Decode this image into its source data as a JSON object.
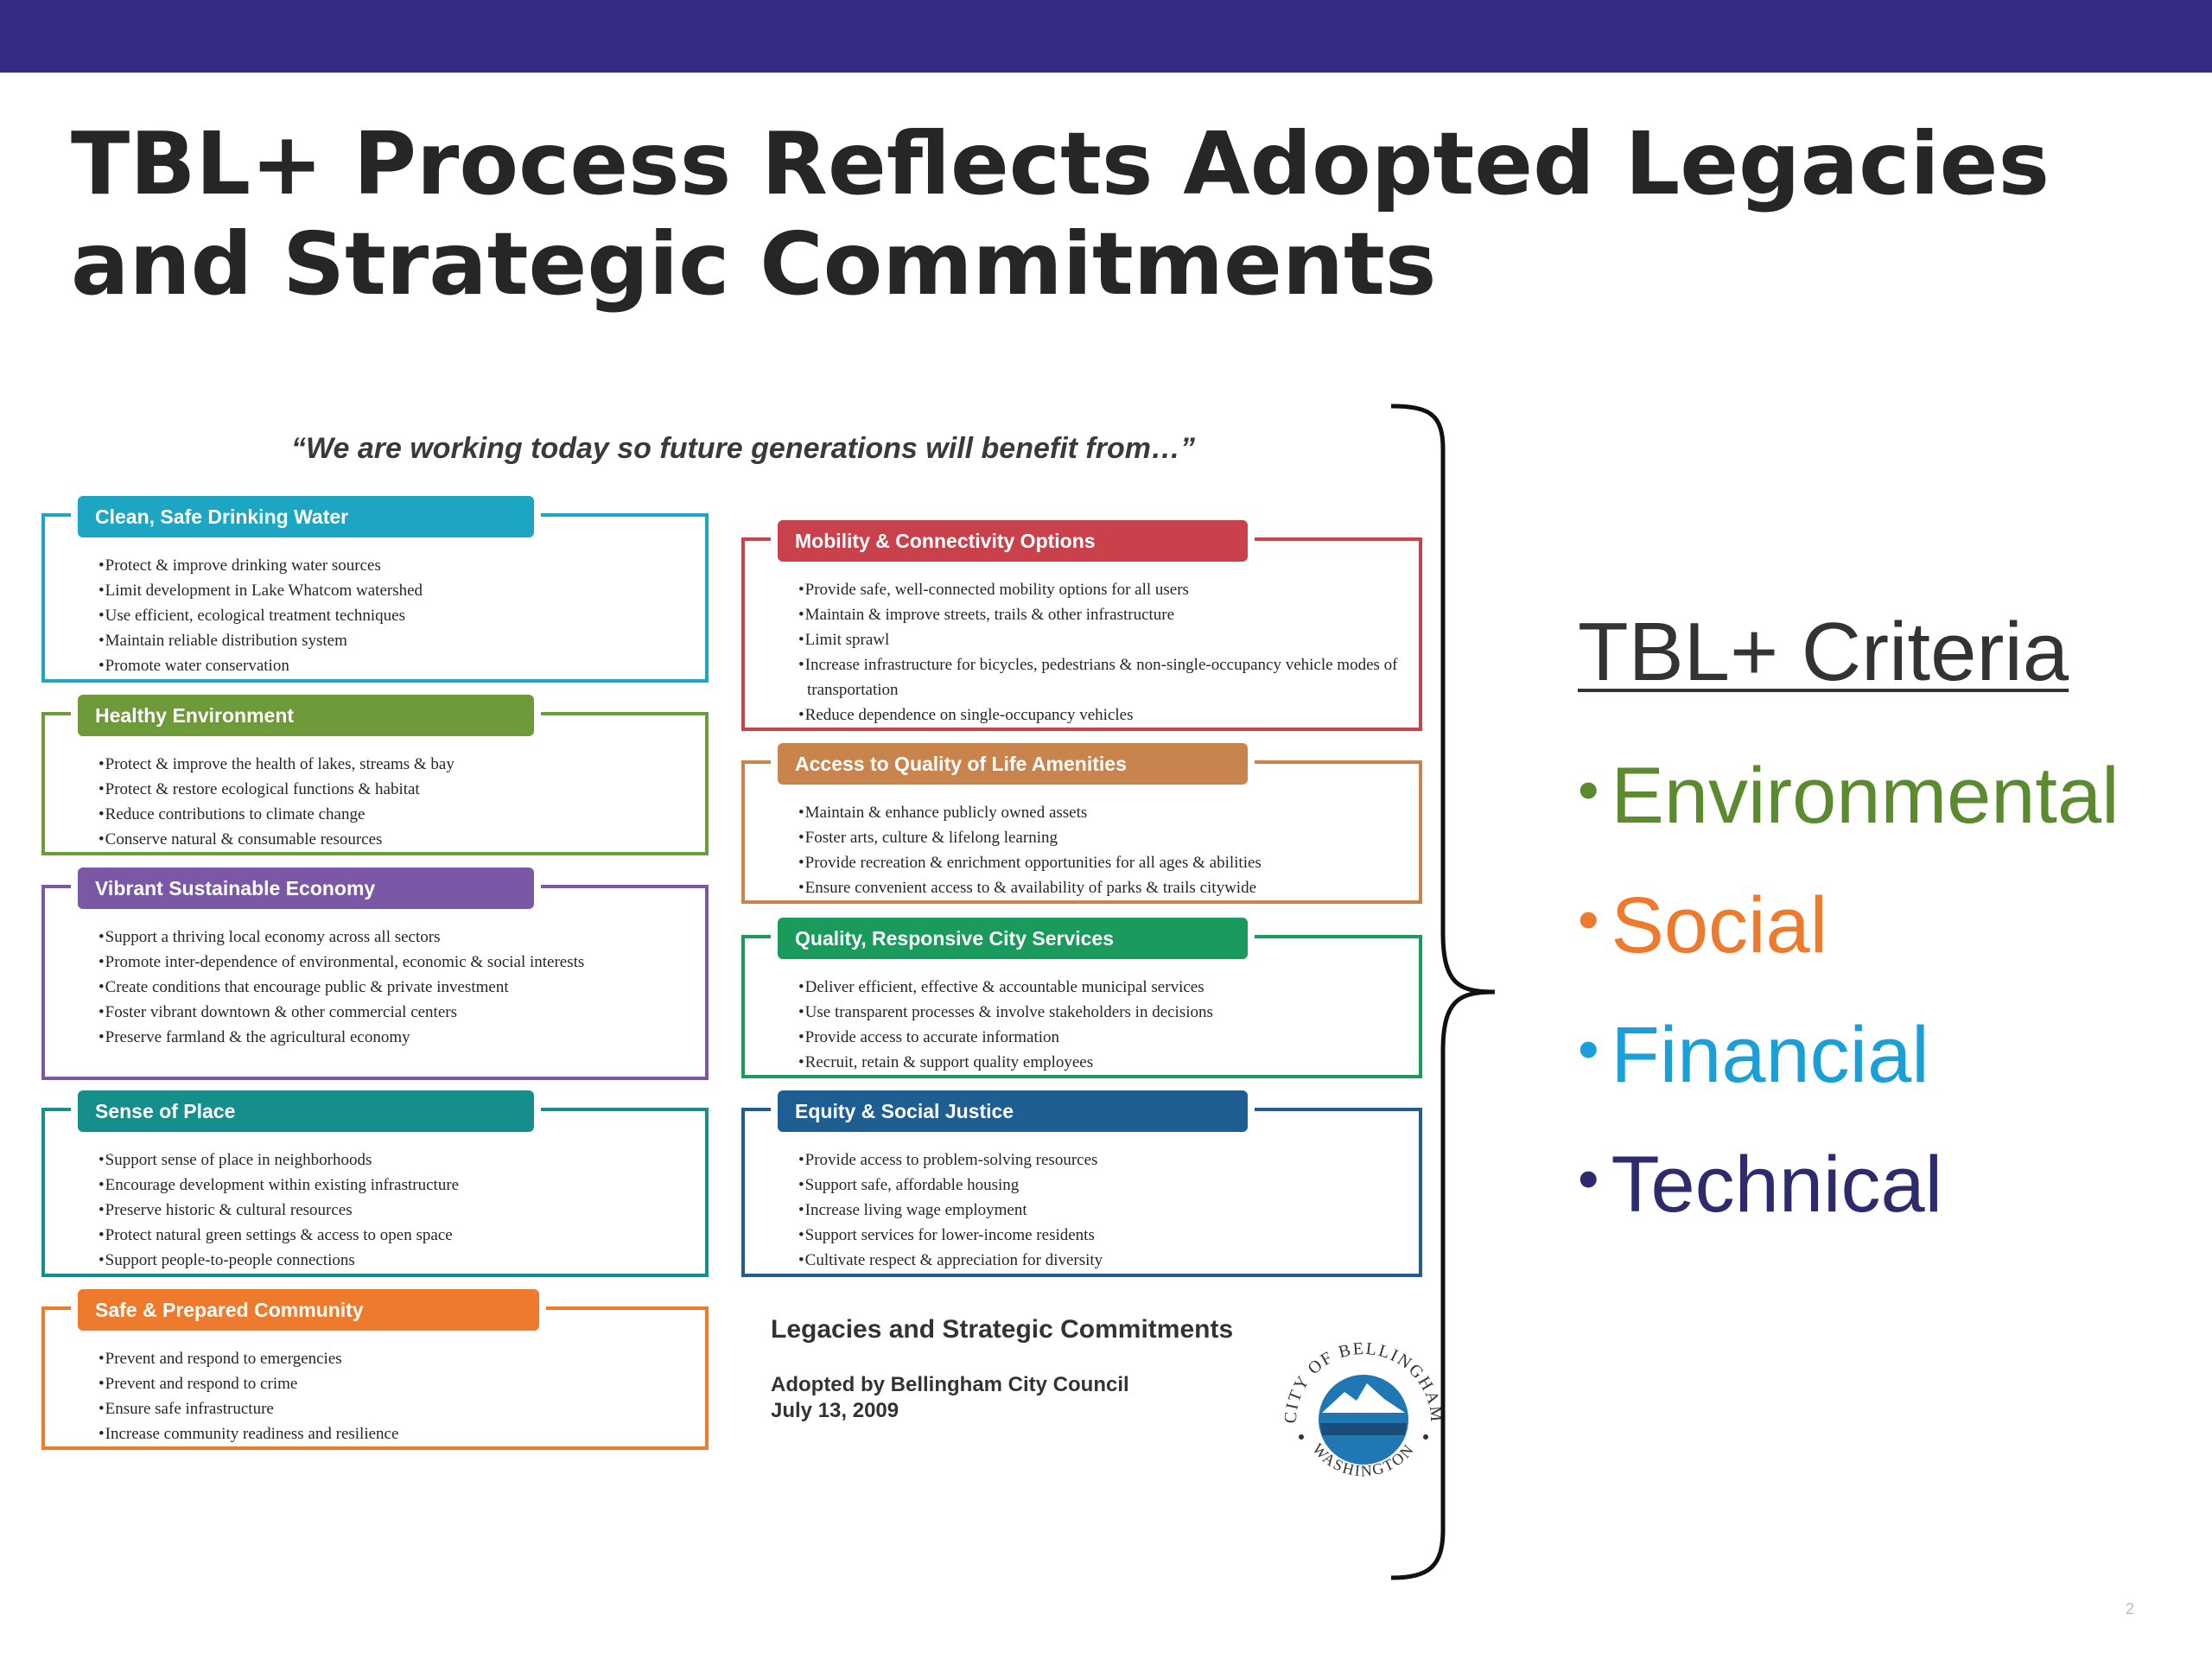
{
  "slide": {
    "title": "TBL+ Process Reflects Adopted Legacies and Strategic Commitments",
    "page_number": "2"
  },
  "figure": {
    "tagline": "“We are working today so future generations will benefit from…”",
    "left_column": [
      {
        "title": "Clean, Safe Drinking Water",
        "color": "#1ca6c4",
        "items": [
          "Protect & improve drinking water sources",
          "Limit development in Lake Whatcom watershed",
          "Use efficient, ecological treatment techniques",
          "Maintain reliable distribution system",
          "Promote water conservation"
        ]
      },
      {
        "title": "Healthy Environment",
        "color": "#6e9a3a",
        "items": [
          "Protect & improve the health of lakes, streams & bay",
          "Protect & restore ecological functions & habitat",
          "Reduce contributions to climate change",
          "Conserve natural & consumable resources"
        ]
      },
      {
        "title": "Vibrant Sustainable Economy",
        "color": "#7b58a6",
        "items": [
          "Support a thriving local economy across all sectors",
          "Promote inter-dependence of environmental, economic & social interests",
          "Create conditions that encourage public & private investment",
          "Foster vibrant downtown & other commercial centers",
          "Preserve farmland & the agricultural economy"
        ]
      },
      {
        "title": "Sense of Place",
        "color": "#168f8c",
        "items": [
          "Support sense of place in neighborhoods",
          "Encourage development within existing infrastructure",
          "Preserve historic & cultural resources",
          "Protect natural green settings & access to open space",
          "Support people-to-people connections"
        ]
      },
      {
        "title": "Safe & Prepared Community",
        "color": "#ee7a2e",
        "items": [
          "Prevent and respond to emergencies",
          "Prevent and respond to crime",
          "Ensure safe infrastructure",
          "Increase community readiness and resilience"
        ]
      }
    ],
    "right_column": [
      {
        "title": "Mobility & Connectivity Options",
        "color": "#c8414b",
        "items": [
          "Provide safe, well-connected mobility options for all users",
          "Maintain & improve streets, trails & other infrastructure",
          "Limit sprawl",
          "Increase infrastructure for bicycles, pedestrians & non-single-occupancy vehicle modes of transportation",
          "Reduce dependence on single-occupancy vehicles"
        ]
      },
      {
        "title": "Access to Quality of Life Amenities",
        "color": "#c9844e",
        "items": [
          "Maintain & enhance publicly owned assets",
          "Foster arts, culture & lifelong learning",
          "Provide recreation & enrichment opportunities for all ages & abilities",
          "Ensure convenient access to & availability of parks & trails citywide"
        ]
      },
      {
        "title": "Quality, Responsive City Services",
        "color": "#1a9a5c",
        "items": [
          "Deliver efficient, effective & accountable municipal services",
          "Use transparent processes & involve stakeholders in decisions",
          "Provide access to accurate information",
          "Recruit, retain & support quality employees"
        ]
      },
      {
        "title": "Equity & Social Justice",
        "color": "#1f5e93",
        "items": [
          "Provide access to problem-solving resources",
          "Support safe, affordable housing",
          "Increase living wage employment",
          "Support services for lower-income residents",
          "Cultivate respect & appreciation for diversity"
        ]
      }
    ],
    "legacies_title": "Legacies and Strategic Commitments",
    "adopted_by": "Adopted by Bellingham City Council",
    "adopted_date": "July 13, 2009",
    "seal": {
      "text_top": "CITY OF BELLINGHAM",
      "text_bottom": "WASHINGTON",
      "icon": "city-seal-icon"
    }
  },
  "criteria": {
    "title": "TBL+ Criteria",
    "items": [
      {
        "label": "Environmental",
        "color": "#5c8a2e"
      },
      {
        "label": "Social",
        "color": "#ee7a2e"
      },
      {
        "label": "Financial",
        "color": "#1a9fd6"
      },
      {
        "label": "Technical",
        "color": "#2e2a6e"
      }
    ]
  }
}
